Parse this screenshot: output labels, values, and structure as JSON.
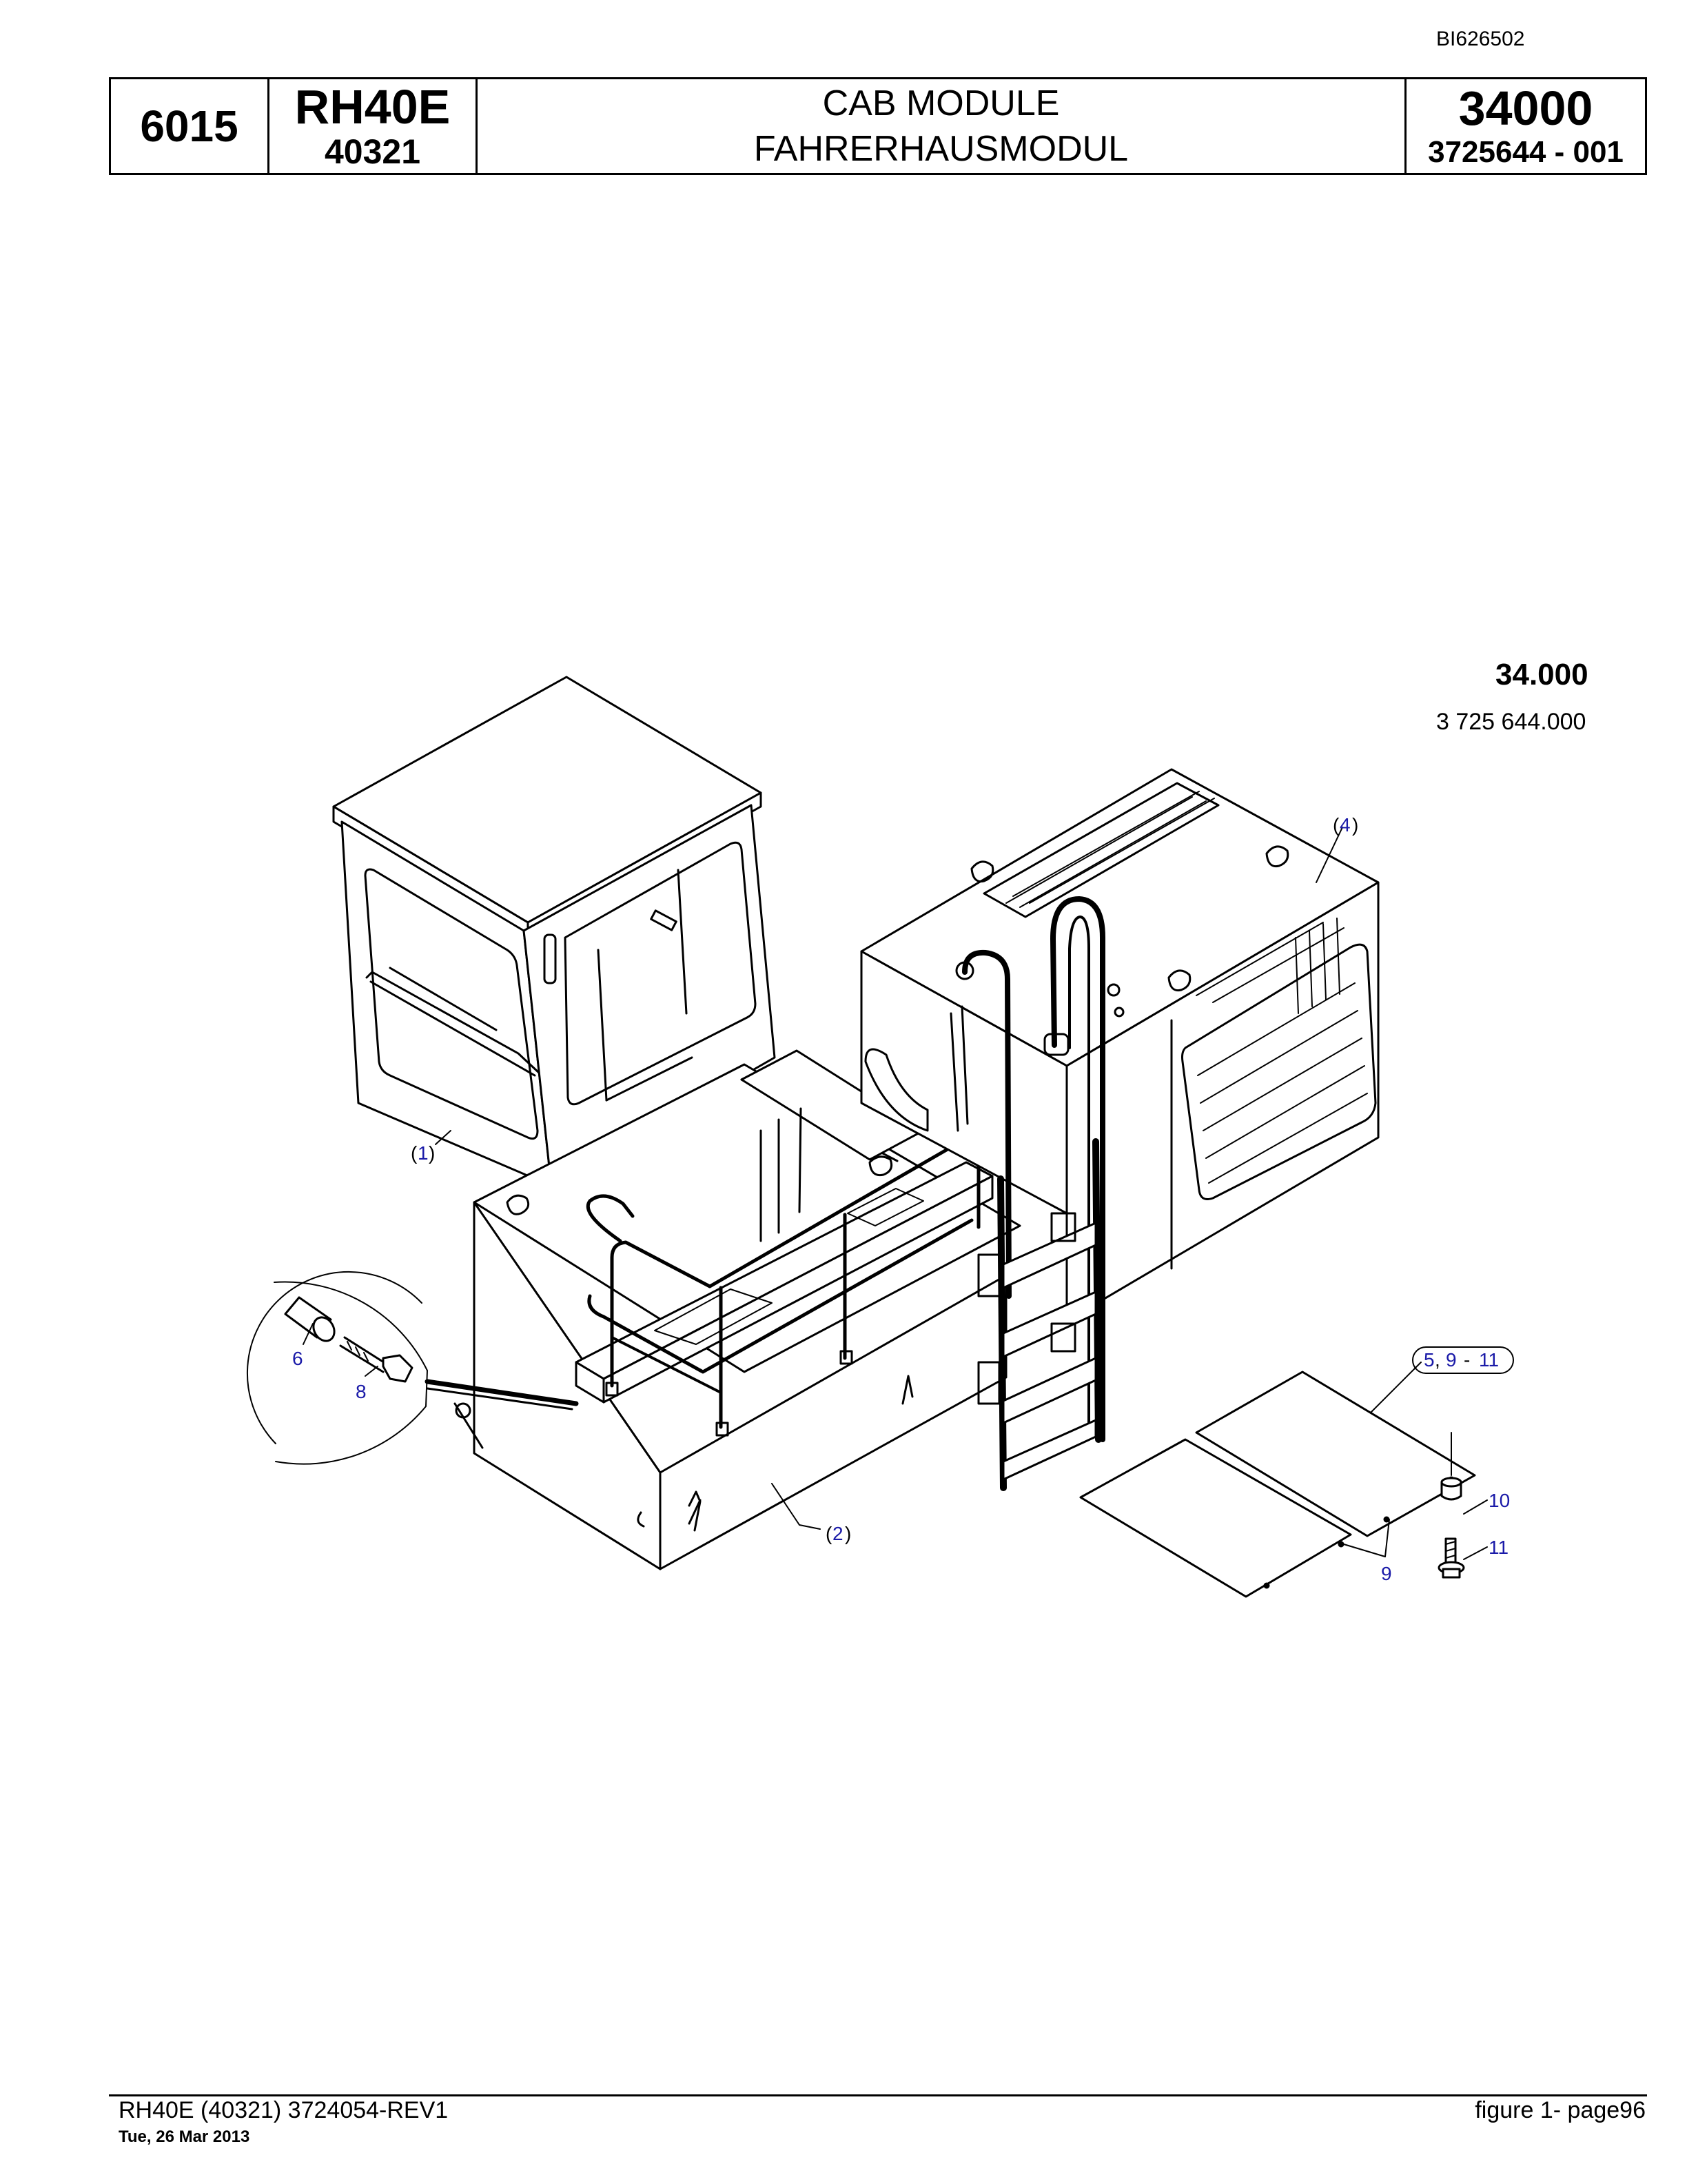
{
  "doc_id": "BI626502",
  "header": {
    "section": "6015",
    "model": "RH40E",
    "model_no": "40321",
    "title_en": "CAB MODULE",
    "title_de": "FAHRERHAUSMODUL",
    "group": "34000",
    "group_ref": "3725644  - 001"
  },
  "drawing": {
    "number": "34.000",
    "sub_number": "3 725 644.000"
  },
  "callouts": {
    "c1": "1",
    "c2": "2",
    "c4": "4",
    "c6": "6",
    "c8": "8",
    "c9": "9",
    "c10": "10",
    "c11": "11",
    "kit_5": "5",
    "kit_9": "9",
    "kit_dash": "-",
    "kit_11": "11",
    "kit_comma": ","
  },
  "footer": {
    "left": "RH40E (40321) 3724054-REV1",
    "date": "Tue, 26 Mar 2013",
    "right": "figure  1- page96"
  }
}
